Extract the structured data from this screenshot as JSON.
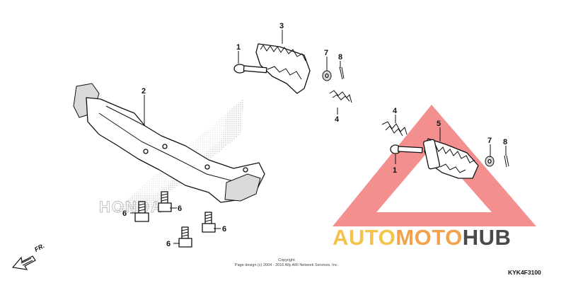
{
  "diagram": {
    "callouts": {
      "c1_top": "1",
      "c3": "3",
      "c7_top": "7",
      "c8_top": "8",
      "c4_top": "4",
      "c2": "2",
      "c4_right": "4",
      "c5": "5",
      "c7_right": "7",
      "c8_right": "8",
      "c1_right": "1",
      "c6_a": "6",
      "c6_b": "6",
      "c6_c": "6",
      "c6_d": "6"
    },
    "front_arrow_label": "FR.",
    "copyright_title": "Copyright",
    "copyright_text": "Page design (c) 2004 - 2016 Ally ARI Network Services, Inc.",
    "diagram_code": "KYK4F3100",
    "background_brand_text": "HONDA"
  },
  "watermark": {
    "part_a": "AUTO",
    "part_b": "MOTO",
    "part_c": "HUB",
    "colors": {
      "triangle": "#f07a7a",
      "auto": "#f3c34c",
      "moto": "#f2a24a",
      "hub": "#4a4a4a"
    }
  }
}
